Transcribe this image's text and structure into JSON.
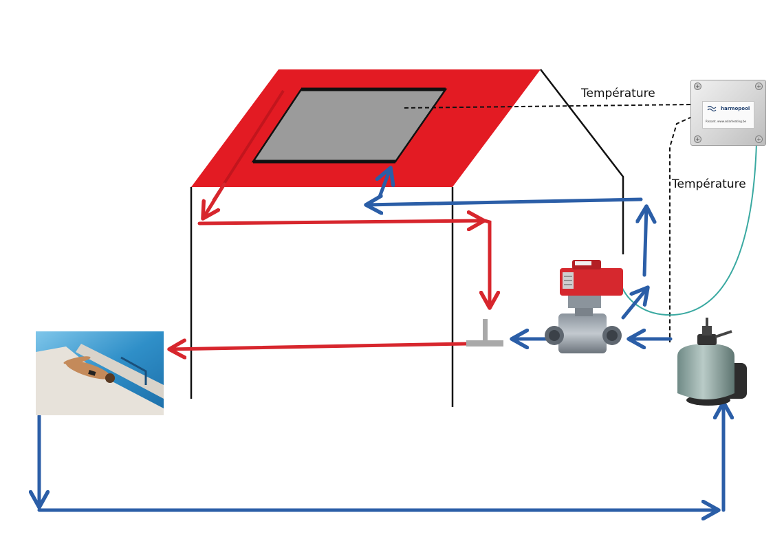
{
  "labels": {
    "temperature_top": "Température",
    "temperature_side": "Température"
  },
  "controller": {
    "brand": "harmopool",
    "website": "Rissant. www.solarheating.be"
  },
  "colors": {
    "roof_red": "#e31b23",
    "solar_panel": "#9b9b9b",
    "hot_flow": "#d7262d",
    "cold_flow": "#2b5ea7",
    "sensor_cable": "#3aa9a1",
    "pool_water": "#2f8fc8"
  },
  "icons": {
    "controller": "thermostat-controller-icon",
    "valve": "motorized-three-way-valve-icon",
    "pump": "sand-filter-pump-icon",
    "pool": "swimming-pool-photo",
    "tee": "tee-junction-icon"
  }
}
